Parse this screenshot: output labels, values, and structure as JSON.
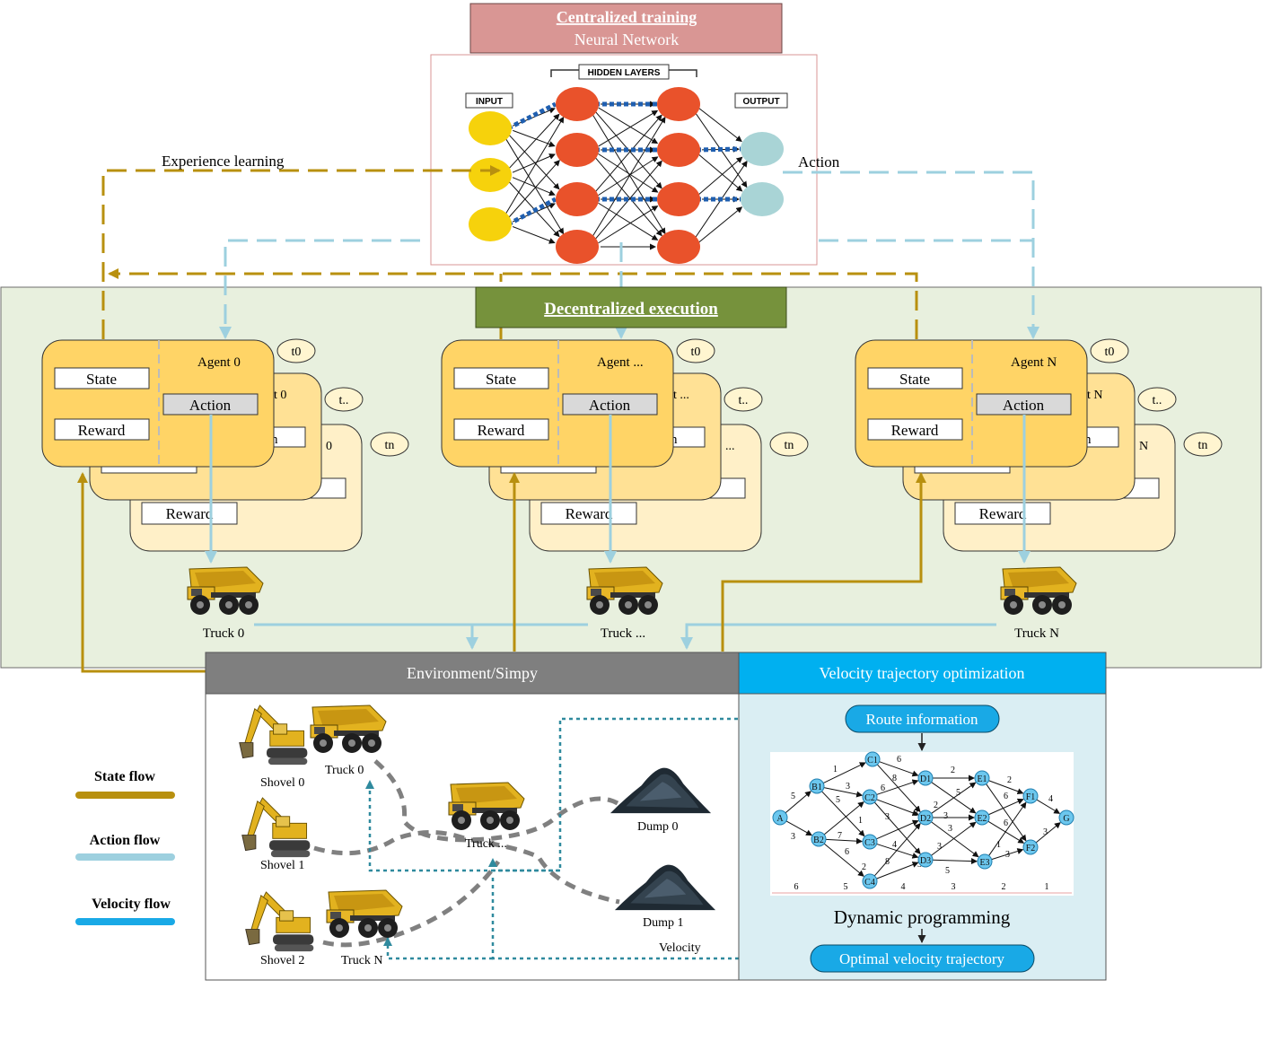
{
  "header": {
    "title": "Centralized training",
    "subtitle": "Neural Network"
  },
  "nn": {
    "hidden_label": "HIDDEN LAYERS",
    "input_label": "INPUT",
    "output_label": "OUTPUT"
  },
  "labels": {
    "experience": "Experience learning",
    "action": "Action",
    "decentralized": "Decentralized execution"
  },
  "agents": [
    {
      "name": "Agent 0",
      "name_mid": "t 0",
      "name_back": "0",
      "truck": "Truck 0"
    },
    {
      "name": "Agent ...",
      "name_mid": "t ...",
      "name_back": "...",
      "truck": "Truck ..."
    },
    {
      "name": "Agent N",
      "name_mid": "t N",
      "name_back": "N",
      "truck": "Truck N"
    }
  ],
  "agent_fields": {
    "state": "State",
    "reward": "Reward",
    "action": "Action",
    "reward_back": "Reward",
    "mid_cut": "n",
    "mid_cut2": "l"
  },
  "time_labels": {
    "t0": "t0",
    "tdots": "t..",
    "tn": "tn"
  },
  "env": {
    "title": "Environment/Simpy",
    "shovels": [
      "Shovel 0",
      "Shovel 1",
      "Shovel 2"
    ],
    "trucks": [
      "Truck 0",
      "Truck ...",
      "Truck N"
    ],
    "dumps": [
      "Dump 0",
      "Dump 1"
    ],
    "velocity": "Velocity"
  },
  "vto": {
    "title": "Velocity trajectory optimization",
    "route": "Route information",
    "dp": "Dynamic programming",
    "optimal": "Optimal velocity trajectory"
  },
  "graph": {
    "nodes": [
      "A",
      "B1",
      "B2",
      "C1",
      "C2",
      "C3",
      "C4",
      "D1",
      "D2",
      "D3",
      "E1",
      "E2",
      "E3",
      "F1",
      "F2",
      "G"
    ],
    "edge_weights": [
      "5",
      "3",
      "1",
      "6",
      "3",
      "8",
      "5",
      "6",
      "7",
      "3",
      "6",
      "8",
      "3",
      "4",
      "2",
      "1",
      "2",
      "5",
      "3",
      "3",
      "3",
      "5",
      "2",
      "6",
      "6",
      "1",
      "3",
      "4",
      "3",
      "3",
      "2"
    ],
    "stage_numbers": [
      "6",
      "5",
      "4",
      "3",
      "2",
      "1"
    ]
  },
  "legend": [
    {
      "label": "State flow",
      "color": "#B8900F"
    },
    {
      "label": "Action flow",
      "color": "#9DD0DF"
    },
    {
      "label": "Velocity flow",
      "color": "#19A9E6"
    }
  ]
}
